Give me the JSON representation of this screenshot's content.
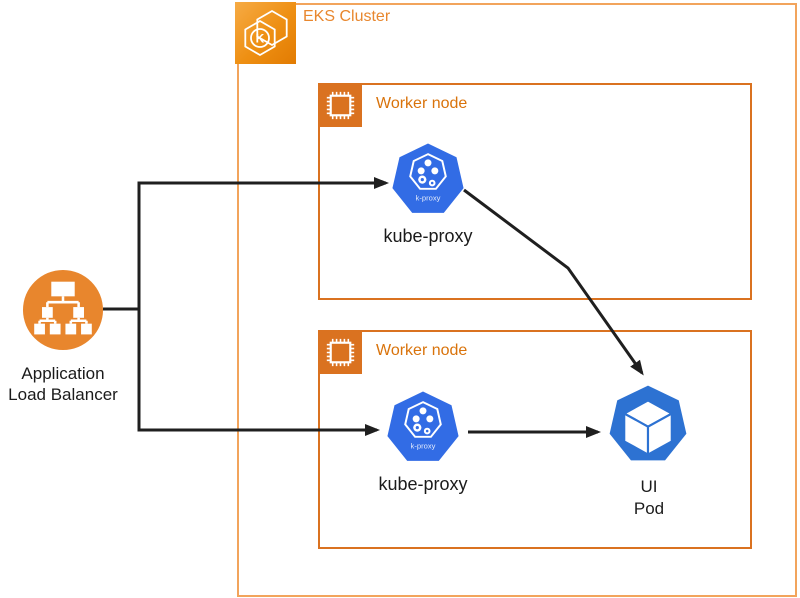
{
  "cluster": {
    "label": "EKS Cluster"
  },
  "workers": [
    {
      "label": "Worker node",
      "proxy": {
        "label": "kube-proxy",
        "icon_text": "k-proxy"
      }
    },
    {
      "label": "Worker node",
      "proxy": {
        "label": "kube-proxy",
        "icon_text": "k-proxy"
      }
    }
  ],
  "pod": {
    "line1": "UI",
    "line2": "Pod"
  },
  "load_balancer": {
    "line1": "Application",
    "line2": "Load Balancer"
  },
  "eks_icon": {
    "letter": "K"
  },
  "colors": {
    "cluster_border": "#F2A45C",
    "cluster_label": "#E8872E",
    "node_border": "#DA7220",
    "node_label": "#D9730B",
    "eks_icon_gradient_start": "#F6AB45",
    "eks_icon_gradient_end": "#E27B02",
    "kubernetes_blue": "#326CE5",
    "pod_blue": "#2D72D2",
    "alb_orange": "#E8862D",
    "arrow_black": "#1F1F1F"
  }
}
